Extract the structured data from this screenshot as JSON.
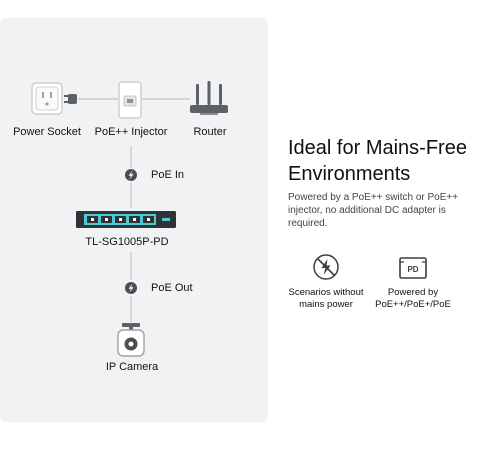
{
  "diagram": {
    "power_socket_label": "Power Socket",
    "injector_label": "PoE++ Injector",
    "router_label": "Router",
    "poe_in_label": "PoE In",
    "switch_label": "TL-SG1005P-PD",
    "poe_out_label": "PoE Out",
    "camera_label": "IP Camera",
    "icons": [
      "power-socket-icon",
      "power-plug-icon",
      "poe-injector-icon",
      "router-icon",
      "poe-bolt-icon",
      "switch-icon",
      "ip-camera-icon"
    ],
    "accent_color": "#4acbd6"
  },
  "feature": {
    "heading": "Ideal for Mains-Free Environments",
    "description": "Powered by a PoE++ switch or PoE++ injector, no additional DC adapter is required.",
    "items": [
      {
        "icon": "no-power-icon",
        "caption_line1": "Scenarios without",
        "caption_line2": "mains power"
      },
      {
        "icon": "pd-port-icon",
        "caption_line1": "Powered by",
        "caption_line2": "PoE++/PoE+/PoE"
      }
    ]
  }
}
